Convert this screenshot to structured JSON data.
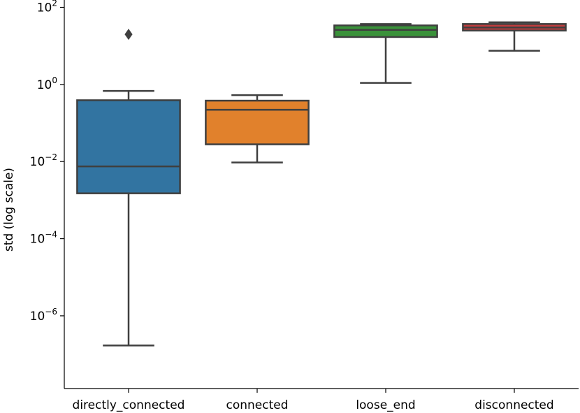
{
  "chart_data": {
    "type": "box",
    "ylabel": "std (log scale)",
    "xlabel": "",
    "yscale": "log",
    "ylim": [
      1.3e-08,
      155
    ],
    "y_ticks": [
      {
        "value": 100.0,
        "base": "10",
        "exp": "2"
      },
      {
        "value": 1.0,
        "base": "10",
        "exp": "0"
      },
      {
        "value": 0.01,
        "base": "10",
        "exp": "−2"
      },
      {
        "value": 0.0001,
        "base": "10",
        "exp": "−4"
      },
      {
        "value": 1e-06,
        "base": "10",
        "exp": "−6"
      }
    ],
    "grid": false,
    "categories": [
      "directly_connected",
      "connected",
      "loose_end",
      "disconnected"
    ],
    "boxes": [
      {
        "category": "directly_connected",
        "color": "#3274a1",
        "whisker_low": 1.7e-07,
        "q1": 0.0015,
        "median": 0.0075,
        "q3": 0.39,
        "whisker_high": 0.68,
        "outliers": [
          20
        ]
      },
      {
        "category": "connected",
        "color": "#e1812c",
        "whisker_low": 0.0095,
        "q1": 0.028,
        "median": 0.22,
        "q3": 0.38,
        "whisker_high": 0.53,
        "outliers": []
      },
      {
        "category": "loose_end",
        "color": "#3a923a",
        "whisker_low": 1.1,
        "q1": 17,
        "median": 26,
        "q3": 34,
        "whisker_high": 37,
        "outliers": []
      },
      {
        "category": "disconnected",
        "color": "#c03d3e",
        "whisker_low": 7.5,
        "q1": 25,
        "median": 30,
        "q3": 37,
        "whisker_high": 41,
        "outliers": []
      }
    ]
  }
}
